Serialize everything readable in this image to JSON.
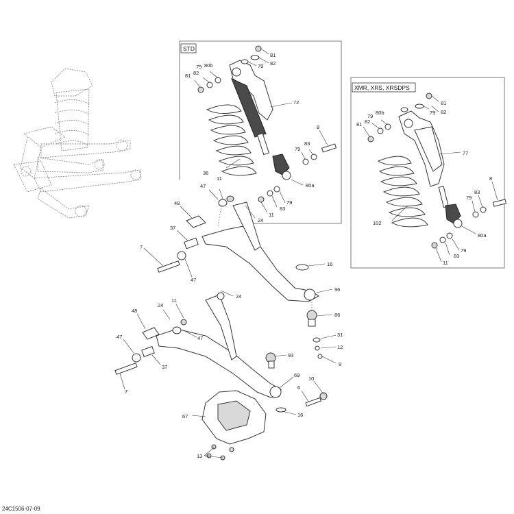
{
  "boxes": {
    "std": "STD",
    "xmr": "XMR, XRS, XRSDPS"
  },
  "reference": "24C1506-07-09",
  "labels": [
    {
      "id": "std-81-top",
      "text": "81"
    },
    {
      "id": "std-82-top",
      "text": "82"
    },
    {
      "id": "std-79-top",
      "text": "79"
    },
    {
      "id": "std-79-left",
      "text": "79"
    },
    {
      "id": "std-80b",
      "text": "80b"
    },
    {
      "id": "std-81-left",
      "text": "81"
    },
    {
      "id": "std-82-left",
      "text": "82"
    },
    {
      "id": "std-72",
      "text": "72"
    },
    {
      "id": "std-8",
      "text": "8"
    },
    {
      "id": "std-83-upper",
      "text": "83"
    },
    {
      "id": "std-79-mid",
      "text": "79"
    },
    {
      "id": "std-36",
      "text": "36"
    },
    {
      "id": "std-80a",
      "text": "80a"
    },
    {
      "id": "std-79-low",
      "text": "79"
    },
    {
      "id": "std-83-low",
      "text": "83"
    },
    {
      "id": "std-11",
      "text": "11"
    },
    {
      "id": "xmr-81-top",
      "text": "81"
    },
    {
      "id": "xmr-79-top",
      "text": "79"
    },
    {
      "id": "xmr-82-top",
      "text": "82"
    },
    {
      "id": "xmr-79-left",
      "text": "79"
    },
    {
      "id": "xmr-80b",
      "text": "80b"
    },
    {
      "id": "xmr-81-left",
      "text": "81"
    },
    {
      "id": "xmr-82-left",
      "text": "82"
    },
    {
      "id": "xmr-77",
      "text": "77"
    },
    {
      "id": "xmr-8",
      "text": "8"
    },
    {
      "id": "xmr-83-upper",
      "text": "83"
    },
    {
      "id": "xmr-79-mid",
      "text": "79"
    },
    {
      "id": "xmr-102",
      "text": "102"
    },
    {
      "id": "xmr-80a",
      "text": "80a"
    },
    {
      "id": "xmr-79-low",
      "text": "79"
    },
    {
      "id": "xmr-83-low",
      "text": "83"
    },
    {
      "id": "xmr-11",
      "text": "11"
    },
    {
      "id": "u-11",
      "text": "11"
    },
    {
      "id": "u-47-top",
      "text": "47"
    },
    {
      "id": "u-48",
      "text": "48"
    },
    {
      "id": "u-24",
      "text": "24"
    },
    {
      "id": "u-37",
      "text": "37"
    },
    {
      "id": "u-7",
      "text": "7"
    },
    {
      "id": "u-47-low",
      "text": "47"
    },
    {
      "id": "u-16",
      "text": "16"
    },
    {
      "id": "u-96",
      "text": "96"
    },
    {
      "id": "u-86",
      "text": "86"
    },
    {
      "id": "l-24-right",
      "text": "24"
    },
    {
      "id": "l-24-left",
      "text": "24"
    },
    {
      "id": "l-11",
      "text": "11"
    },
    {
      "id": "l-48",
      "text": "48"
    },
    {
      "id": "l-47-right",
      "text": "47"
    },
    {
      "id": "l-47-left",
      "text": "47"
    },
    {
      "id": "l-31",
      "text": "31"
    },
    {
      "id": "l-12",
      "text": "12"
    },
    {
      "id": "l-9",
      "text": "9"
    },
    {
      "id": "l-93",
      "text": "93"
    },
    {
      "id": "l-37",
      "text": "37"
    },
    {
      "id": "l-7",
      "text": "7"
    },
    {
      "id": "l-69",
      "text": "69"
    },
    {
      "id": "l-10",
      "text": "10"
    },
    {
      "id": "l-6",
      "text": "6"
    },
    {
      "id": "l-67",
      "text": "67"
    },
    {
      "id": "l-16",
      "text": "16"
    },
    {
      "id": "l-13",
      "text": "13"
    }
  ]
}
